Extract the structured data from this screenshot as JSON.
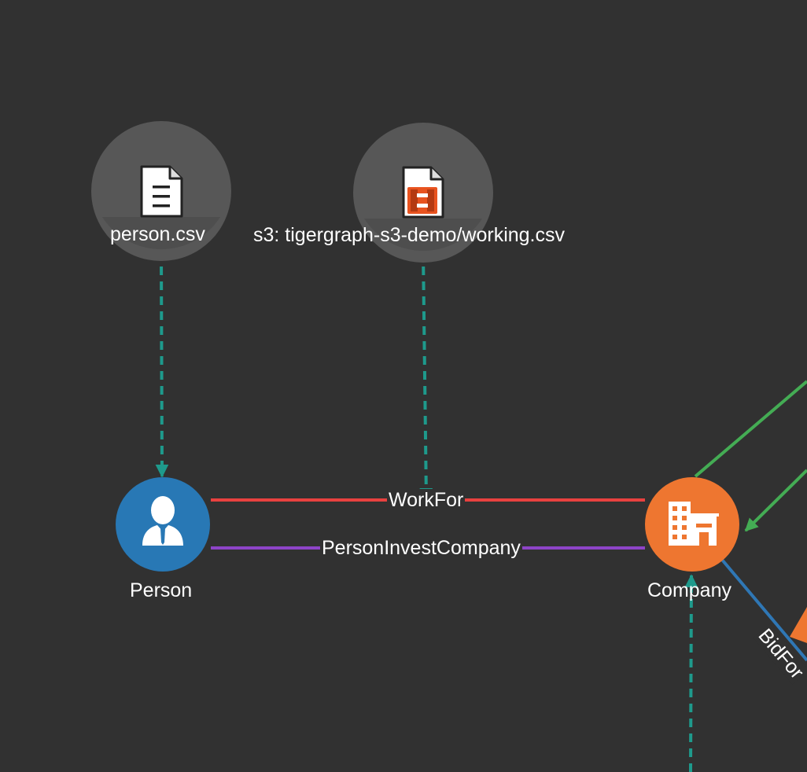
{
  "file_sources": [
    {
      "id": "person_csv",
      "label": "person.csv",
      "icon": "document-icon"
    },
    {
      "id": "s3_working",
      "label": "s3: tigergraph-s3-demo/working.csv",
      "icon": "aws-s3-icon"
    }
  ],
  "vertices": [
    {
      "id": "person",
      "label": "Person",
      "icon": "person-icon",
      "color": "#2878b5"
    },
    {
      "id": "company",
      "label": "Company",
      "icon": "building-icon",
      "color": "#ee7630"
    }
  ],
  "edges": [
    {
      "id": "workfor",
      "label": "WorkFor",
      "color": "#e8413f"
    },
    {
      "id": "personinvestcompany",
      "label": "PersonInvestCompany",
      "color": "#8e44c8"
    },
    {
      "id": "bidfor",
      "label": "BidFor",
      "color": "#2f77b5"
    },
    {
      "id": "incoming_green",
      "label": "",
      "color": "#44ac54"
    }
  ],
  "mapping_color": "#1e9a8c"
}
